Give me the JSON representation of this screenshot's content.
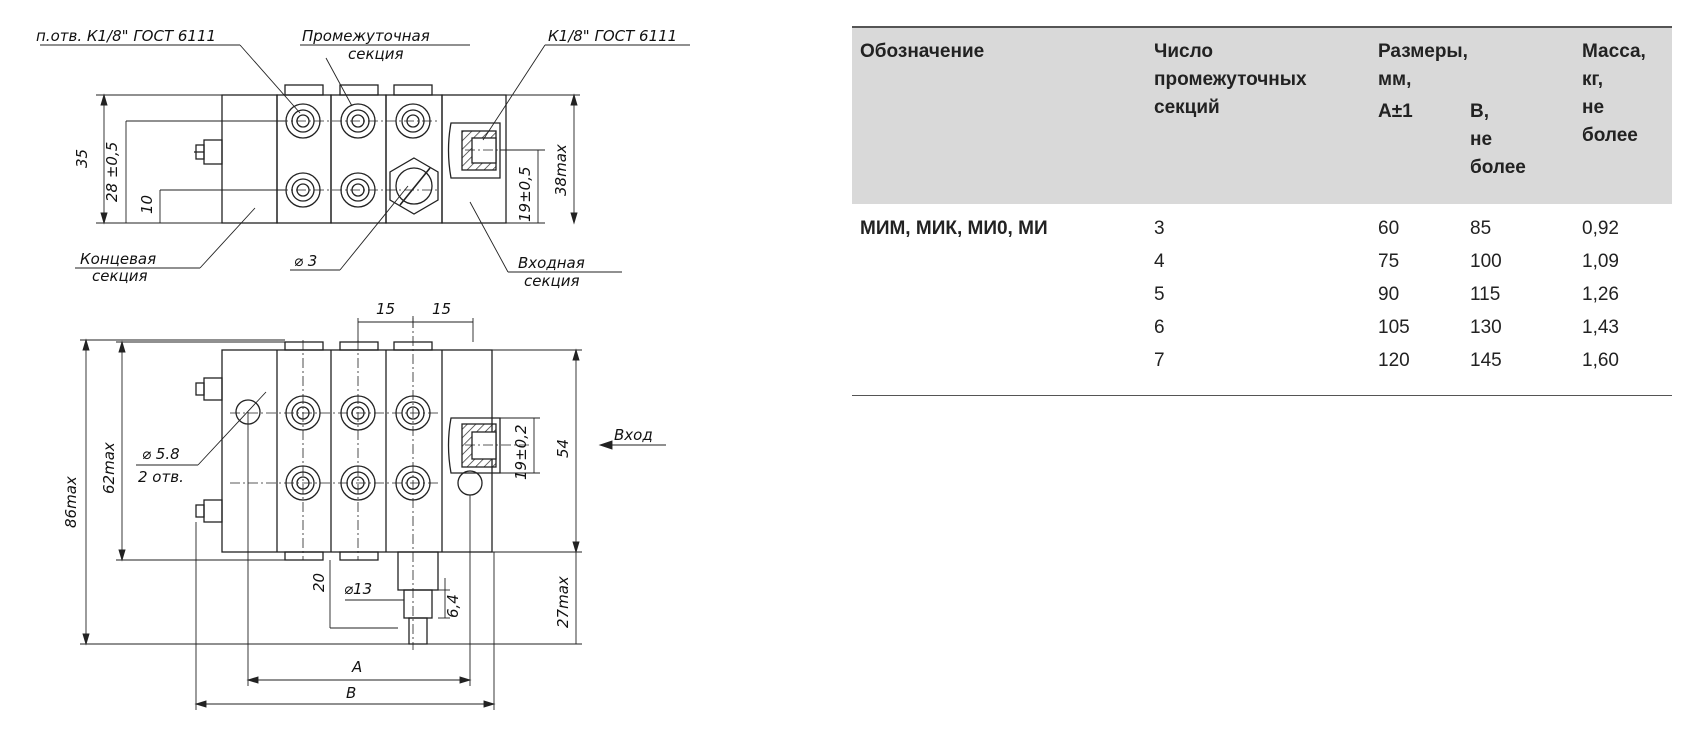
{
  "drawing": {
    "callouts": {
      "thread_holes": "п.отв. К1/8\" ГОСТ 6111",
      "thread_inlet": "К1/8\" ГОСТ 6111",
      "middle_section_1": "Промежуточная",
      "middle_section_2": "секция",
      "end_section_1": "Концевая",
      "end_section_2": "секция",
      "inlet_section_1": "Входная",
      "inlet_section_2": "секция",
      "hole_d3": "⌀ 3",
      "hole_d58": "⌀ 5.8",
      "hole_count": "2 отв.",
      "inlet_arrow": "Вход",
      "shaft_d13": "⌀13"
    },
    "dimensions": {
      "top_35": "35",
      "top_28": "28 ±0,5",
      "top_10": "10",
      "top_19": "19±0,5",
      "top_38": "38max",
      "pitch_1": "15",
      "pitch_2": "15",
      "height_86": "86max",
      "height_62": "62max",
      "height_54": "54",
      "inlet_19": "19±0,2",
      "stem_20": "20",
      "stem_64": "6,4",
      "stem_27": "27max",
      "length_a": "A",
      "length_b": "B"
    }
  },
  "table": {
    "headers": {
      "designation": "Обозначение",
      "sections": [
        "Число",
        "промежуточных",
        "секций"
      ],
      "dimensions": [
        "Размеры,",
        "мм,"
      ],
      "mass": [
        "Масса,",
        "кг,",
        "не",
        "более"
      ],
      "a": "А±1",
      "b": [
        "В,",
        "не",
        "более"
      ]
    },
    "designation": "МИМ, МИК, МИ0, МИ",
    "sections": [
      "3",
      "4",
      "5",
      "6",
      "7"
    ],
    "a_values": [
      "60",
      "75",
      "90",
      "105",
      "120"
    ],
    "b_values": [
      "85",
      "100",
      "115",
      "130",
      "145"
    ],
    "mass_values": [
      "0,92",
      "1,09",
      "1,26",
      "1,43",
      "1,60"
    ]
  }
}
